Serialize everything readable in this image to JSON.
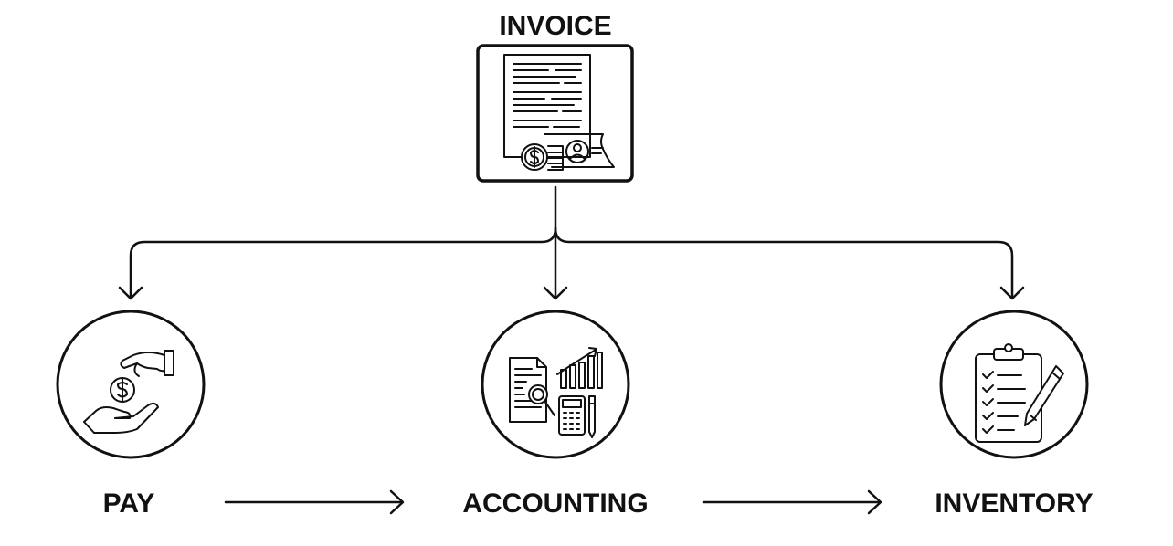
{
  "nodes": {
    "invoice": {
      "label": "INVOICE",
      "icon": "invoice-document-icon"
    },
    "pay": {
      "label": "PAY",
      "icon": "hand-coin-payment-icon"
    },
    "accounting": {
      "label": "ACCOUNTING",
      "icon": "accounting-report-calculator-icon"
    },
    "inventory": {
      "label": "INVENTORY",
      "icon": "clipboard-checklist-pencil-icon"
    }
  },
  "edges": [
    {
      "from": "INVOICE",
      "to": "PAY"
    },
    {
      "from": "INVOICE",
      "to": "ACCOUNTING"
    },
    {
      "from": "INVOICE",
      "to": "INVENTORY"
    },
    {
      "from": "PAY",
      "to": "ACCOUNTING"
    },
    {
      "from": "ACCOUNTING",
      "to": "INVENTORY"
    }
  ],
  "colors": {
    "stroke": "#111111",
    "background": "#ffffff"
  }
}
